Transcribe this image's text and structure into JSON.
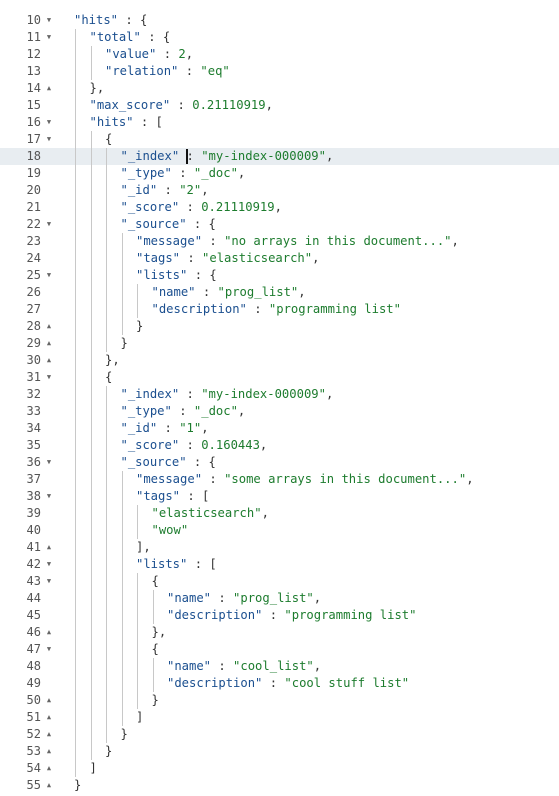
{
  "editor": {
    "active_line_number": 18,
    "lines": [
      {
        "n": 10,
        "indent": 0,
        "fold": "open",
        "tokens": [
          {
            "t": "k",
            "v": "\"hits\""
          },
          {
            "t": "p",
            "v": " : {"
          }
        ]
      },
      {
        "n": 11,
        "indent": 1,
        "fold": "open",
        "tokens": [
          {
            "t": "k",
            "v": "\"total\""
          },
          {
            "t": "p",
            "v": " : {"
          }
        ]
      },
      {
        "n": 12,
        "indent": 2,
        "fold": "",
        "tokens": [
          {
            "t": "k",
            "v": "\"value\""
          },
          {
            "t": "p",
            "v": " : "
          },
          {
            "t": "n",
            "v": "2"
          },
          {
            "t": "p",
            "v": ","
          }
        ]
      },
      {
        "n": 13,
        "indent": 2,
        "fold": "",
        "tokens": [
          {
            "t": "k",
            "v": "\"relation\""
          },
          {
            "t": "p",
            "v": " : "
          },
          {
            "t": "s",
            "v": "\"eq\""
          }
        ]
      },
      {
        "n": 14,
        "indent": 1,
        "fold": "close",
        "tokens": [
          {
            "t": "p",
            "v": "},"
          }
        ]
      },
      {
        "n": 15,
        "indent": 1,
        "fold": "",
        "tokens": [
          {
            "t": "k",
            "v": "\"max_score\""
          },
          {
            "t": "p",
            "v": " : "
          },
          {
            "t": "n",
            "v": "0.21110919"
          },
          {
            "t": "p",
            "v": ","
          }
        ]
      },
      {
        "n": 16,
        "indent": 1,
        "fold": "open",
        "tokens": [
          {
            "t": "k",
            "v": "\"hits\""
          },
          {
            "t": "p",
            "v": " : ["
          }
        ]
      },
      {
        "n": 17,
        "indent": 2,
        "fold": "open",
        "tokens": [
          {
            "t": "p",
            "v": "{"
          }
        ]
      },
      {
        "n": 18,
        "indent": 3,
        "fold": "",
        "tokens": [
          {
            "t": "k",
            "v": "\"_index\""
          },
          {
            "t": "p",
            "v": " : "
          },
          {
            "t": "s",
            "v": "\"my-index-000009\""
          },
          {
            "t": "p",
            "v": ","
          }
        ]
      },
      {
        "n": 19,
        "indent": 3,
        "fold": "",
        "tokens": [
          {
            "t": "k",
            "v": "\"_type\""
          },
          {
            "t": "p",
            "v": " : "
          },
          {
            "t": "s",
            "v": "\"_doc\""
          },
          {
            "t": "p",
            "v": ","
          }
        ]
      },
      {
        "n": 20,
        "indent": 3,
        "fold": "",
        "tokens": [
          {
            "t": "k",
            "v": "\"_id\""
          },
          {
            "t": "p",
            "v": " : "
          },
          {
            "t": "s",
            "v": "\"2\""
          },
          {
            "t": "p",
            "v": ","
          }
        ]
      },
      {
        "n": 21,
        "indent": 3,
        "fold": "",
        "tokens": [
          {
            "t": "k",
            "v": "\"_score\""
          },
          {
            "t": "p",
            "v": " : "
          },
          {
            "t": "n",
            "v": "0.21110919"
          },
          {
            "t": "p",
            "v": ","
          }
        ]
      },
      {
        "n": 22,
        "indent": 3,
        "fold": "open",
        "tokens": [
          {
            "t": "k",
            "v": "\"_source\""
          },
          {
            "t": "p",
            "v": " : {"
          }
        ]
      },
      {
        "n": 23,
        "indent": 4,
        "fold": "",
        "tokens": [
          {
            "t": "k",
            "v": "\"message\""
          },
          {
            "t": "p",
            "v": " : "
          },
          {
            "t": "s",
            "v": "\"no arrays in this document...\""
          },
          {
            "t": "p",
            "v": ","
          }
        ]
      },
      {
        "n": 24,
        "indent": 4,
        "fold": "",
        "tokens": [
          {
            "t": "k",
            "v": "\"tags\""
          },
          {
            "t": "p",
            "v": " : "
          },
          {
            "t": "s",
            "v": "\"elasticsearch\""
          },
          {
            "t": "p",
            "v": ","
          }
        ]
      },
      {
        "n": 25,
        "indent": 4,
        "fold": "open",
        "tokens": [
          {
            "t": "k",
            "v": "\"lists\""
          },
          {
            "t": "p",
            "v": " : {"
          }
        ]
      },
      {
        "n": 26,
        "indent": 5,
        "fold": "",
        "tokens": [
          {
            "t": "k",
            "v": "\"name\""
          },
          {
            "t": "p",
            "v": " : "
          },
          {
            "t": "s",
            "v": "\"prog_list\""
          },
          {
            "t": "p",
            "v": ","
          }
        ]
      },
      {
        "n": 27,
        "indent": 5,
        "fold": "",
        "tokens": [
          {
            "t": "k",
            "v": "\"description\""
          },
          {
            "t": "p",
            "v": " : "
          },
          {
            "t": "s",
            "v": "\"programming list\""
          }
        ]
      },
      {
        "n": 28,
        "indent": 4,
        "fold": "close",
        "tokens": [
          {
            "t": "p",
            "v": "}"
          }
        ]
      },
      {
        "n": 29,
        "indent": 3,
        "fold": "close",
        "tokens": [
          {
            "t": "p",
            "v": "}"
          }
        ]
      },
      {
        "n": 30,
        "indent": 2,
        "fold": "close",
        "tokens": [
          {
            "t": "p",
            "v": "},"
          }
        ]
      },
      {
        "n": 31,
        "indent": 2,
        "fold": "open",
        "tokens": [
          {
            "t": "p",
            "v": "{"
          }
        ]
      },
      {
        "n": 32,
        "indent": 3,
        "fold": "",
        "tokens": [
          {
            "t": "k",
            "v": "\"_index\""
          },
          {
            "t": "p",
            "v": " : "
          },
          {
            "t": "s",
            "v": "\"my-index-000009\""
          },
          {
            "t": "p",
            "v": ","
          }
        ]
      },
      {
        "n": 33,
        "indent": 3,
        "fold": "",
        "tokens": [
          {
            "t": "k",
            "v": "\"_type\""
          },
          {
            "t": "p",
            "v": " : "
          },
          {
            "t": "s",
            "v": "\"_doc\""
          },
          {
            "t": "p",
            "v": ","
          }
        ]
      },
      {
        "n": 34,
        "indent": 3,
        "fold": "",
        "tokens": [
          {
            "t": "k",
            "v": "\"_id\""
          },
          {
            "t": "p",
            "v": " : "
          },
          {
            "t": "s",
            "v": "\"1\""
          },
          {
            "t": "p",
            "v": ","
          }
        ]
      },
      {
        "n": 35,
        "indent": 3,
        "fold": "",
        "tokens": [
          {
            "t": "k",
            "v": "\"_score\""
          },
          {
            "t": "p",
            "v": " : "
          },
          {
            "t": "n",
            "v": "0.160443"
          },
          {
            "t": "p",
            "v": ","
          }
        ]
      },
      {
        "n": 36,
        "indent": 3,
        "fold": "open",
        "tokens": [
          {
            "t": "k",
            "v": "\"_source\""
          },
          {
            "t": "p",
            "v": " : {"
          }
        ]
      },
      {
        "n": 37,
        "indent": 4,
        "fold": "",
        "tokens": [
          {
            "t": "k",
            "v": "\"message\""
          },
          {
            "t": "p",
            "v": " : "
          },
          {
            "t": "s",
            "v": "\"some arrays in this document...\""
          },
          {
            "t": "p",
            "v": ","
          }
        ]
      },
      {
        "n": 38,
        "indent": 4,
        "fold": "open",
        "tokens": [
          {
            "t": "k",
            "v": "\"tags\""
          },
          {
            "t": "p",
            "v": " : ["
          }
        ]
      },
      {
        "n": 39,
        "indent": 5,
        "fold": "",
        "tokens": [
          {
            "t": "s",
            "v": "\"elasticsearch\""
          },
          {
            "t": "p",
            "v": ","
          }
        ]
      },
      {
        "n": 40,
        "indent": 5,
        "fold": "",
        "tokens": [
          {
            "t": "s",
            "v": "\"wow\""
          }
        ]
      },
      {
        "n": 41,
        "indent": 4,
        "fold": "close",
        "tokens": [
          {
            "t": "p",
            "v": "],"
          }
        ]
      },
      {
        "n": 42,
        "indent": 4,
        "fold": "open",
        "tokens": [
          {
            "t": "k",
            "v": "\"lists\""
          },
          {
            "t": "p",
            "v": " : ["
          }
        ]
      },
      {
        "n": 43,
        "indent": 5,
        "fold": "open",
        "tokens": [
          {
            "t": "p",
            "v": "{"
          }
        ]
      },
      {
        "n": 44,
        "indent": 6,
        "fold": "",
        "tokens": [
          {
            "t": "k",
            "v": "\"name\""
          },
          {
            "t": "p",
            "v": " : "
          },
          {
            "t": "s",
            "v": "\"prog_list\""
          },
          {
            "t": "p",
            "v": ","
          }
        ]
      },
      {
        "n": 45,
        "indent": 6,
        "fold": "",
        "tokens": [
          {
            "t": "k",
            "v": "\"description\""
          },
          {
            "t": "p",
            "v": " : "
          },
          {
            "t": "s",
            "v": "\"programming list\""
          }
        ]
      },
      {
        "n": 46,
        "indent": 5,
        "fold": "close",
        "tokens": [
          {
            "t": "p",
            "v": "},"
          }
        ]
      },
      {
        "n": 47,
        "indent": 5,
        "fold": "open",
        "tokens": [
          {
            "t": "p",
            "v": "{"
          }
        ]
      },
      {
        "n": 48,
        "indent": 6,
        "fold": "",
        "tokens": [
          {
            "t": "k",
            "v": "\"name\""
          },
          {
            "t": "p",
            "v": " : "
          },
          {
            "t": "s",
            "v": "\"cool_list\""
          },
          {
            "t": "p",
            "v": ","
          }
        ]
      },
      {
        "n": 49,
        "indent": 6,
        "fold": "",
        "tokens": [
          {
            "t": "k",
            "v": "\"description\""
          },
          {
            "t": "p",
            "v": " : "
          },
          {
            "t": "s",
            "v": "\"cool stuff list\""
          }
        ]
      },
      {
        "n": 50,
        "indent": 5,
        "fold": "close",
        "tokens": [
          {
            "t": "p",
            "v": "}"
          }
        ]
      },
      {
        "n": 51,
        "indent": 4,
        "fold": "close",
        "tokens": [
          {
            "t": "p",
            "v": "]"
          }
        ]
      },
      {
        "n": 52,
        "indent": 3,
        "fold": "close",
        "tokens": [
          {
            "t": "p",
            "v": "}"
          }
        ]
      },
      {
        "n": 53,
        "indent": 2,
        "fold": "close",
        "tokens": [
          {
            "t": "p",
            "v": "}"
          }
        ]
      },
      {
        "n": 54,
        "indent": 1,
        "fold": "close",
        "tokens": [
          {
            "t": "p",
            "v": "]"
          }
        ]
      },
      {
        "n": 55,
        "indent": 0,
        "fold": "close",
        "tokens": [
          {
            "t": "p",
            "v": "}"
          }
        ]
      }
    ]
  },
  "icons": {
    "fold_open": "fold-open-icon",
    "fold_close": "fold-close-icon"
  },
  "colors": {
    "key": "#1b4f8f",
    "string": "#1d7c2e",
    "punctuation": "#333333",
    "line_number": "#555555",
    "active_line": "#e8edf1",
    "indent_guide": "#c8c8c8"
  }
}
